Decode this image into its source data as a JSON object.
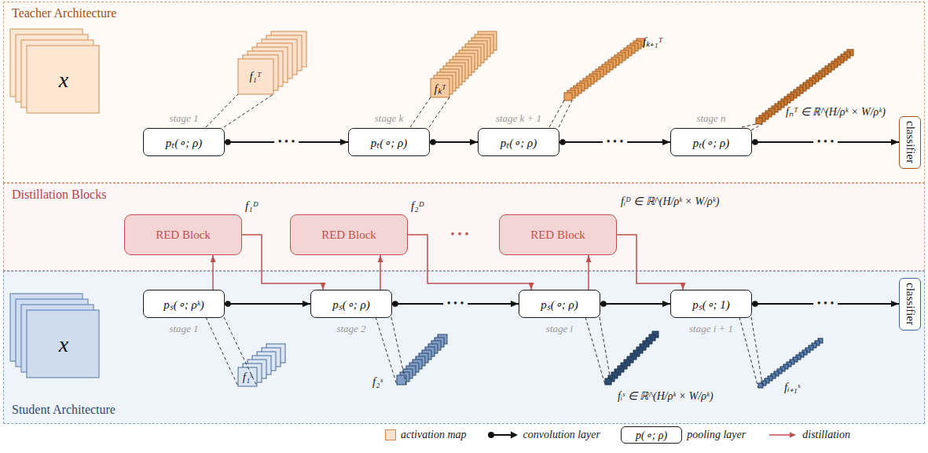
{
  "diagram": {
    "nodes": [
      {
        "text": [
          "Teacher Architecture"
        ]
      },
      {
        "text": [
          "x"
        ],
        "in": 0
      },
      {
        "text": [
          "stage 1",
          "pₜ(∘; ρ)"
        ],
        "in": 0
      },
      {
        "text": [
          "stage k",
          "pₜ(∘; ρ)"
        ],
        "in": 0
      },
      {
        "text": [
          "stage k + 1",
          "pₜ(∘; ρ)"
        ],
        "in": 0
      },
      {
        "text": [
          "stage n",
          "pₜ(∘; ρ)"
        ],
        "in": 0
      },
      {
        "text": [
          "classifier"
        ],
        "in": 0
      },
      {
        "text": [
          "Distillation Blocks"
        ]
      },
      {
        "text": [
          "RED Block"
        ],
        "in": 7
      },
      {
        "text": [
          "RED Block"
        ],
        "in": 7
      },
      {
        "text": [
          "RED Block"
        ],
        "in": 7
      },
      {
        "text": [
          "Student Architecture"
        ]
      },
      {
        "text": [
          "x"
        ],
        "in": 11
      },
      {
        "text": [
          "stage 1",
          "pₛ(∘; ρᵏ)"
        ],
        "in": 11
      },
      {
        "text": [
          "stage 2",
          "pₛ(∘; ρ)"
        ],
        "in": 11
      },
      {
        "text": [
          "stage i",
          "pₛ(∘; ρ)"
        ],
        "in": 11
      },
      {
        "text": [
          "stage i + 1",
          "pₛ(∘; 1)"
        ],
        "in": 11
      },
      {
        "text": [
          "classifier"
        ],
        "in": 11
      }
    ],
    "edges": [
      {
        "from": 2,
        "to": 3,
        "arrow": "to",
        "label": "• • •"
      },
      {
        "from": 3,
        "to": 4,
        "arrow": "to"
      },
      {
        "from": 4,
        "to": 5,
        "arrow": "to",
        "label": "• • •"
      },
      {
        "from": 5,
        "to": 6,
        "arrow": "to",
        "label": "• • •"
      },
      {
        "from": 13,
        "to": 14,
        "arrow": "to"
      },
      {
        "from": 14,
        "to": 15,
        "arrow": "to",
        "label": "• • •"
      },
      {
        "from": 15,
        "to": 16,
        "arrow": "to"
      },
      {
        "from": 16,
        "to": 17,
        "arrow": "to",
        "label": "• • •"
      },
      {
        "from": 13,
        "to": 8,
        "arrow": "to"
      },
      {
        "from": 8,
        "to": 14,
        "arrow": "to"
      },
      {
        "from": 14,
        "to": 9,
        "arrow": "to"
      },
      {
        "from": 9,
        "to": 15,
        "arrow": "to"
      },
      {
        "from": 15,
        "to": 10,
        "arrow": "to"
      },
      {
        "from": 10,
        "to": 16,
        "arrow": "to"
      }
    ],
    "labels": [
      "f₁ᵀ",
      "fₖᵀ",
      "fₖ₊₁ᵀ",
      "fₙᵀ ∈ ℝ^(H/ρᵏ × W/ρᵏ)",
      "f₁ᴰ",
      "f₂ᴰ",
      "• • •",
      "fᵢᴰ ∈ ℝ^(H/ρᵏ × W/ρᵏ)",
      "f₁ˢ",
      "f₂ˢ",
      "fᵢˢ ∈ ℝ^(H/ρᵏ × W/ρᵏ)",
      "fᵢ₊₁ˢ",
      "p(∘; ρ)"
    ],
    "legend": [
      {
        "text": "activation map",
        "color": "#fde3cd"
      },
      {
        "text": "convolution layer"
      },
      {
        "text": "pooling layer"
      },
      {
        "text": "distillation"
      }
    ]
  }
}
